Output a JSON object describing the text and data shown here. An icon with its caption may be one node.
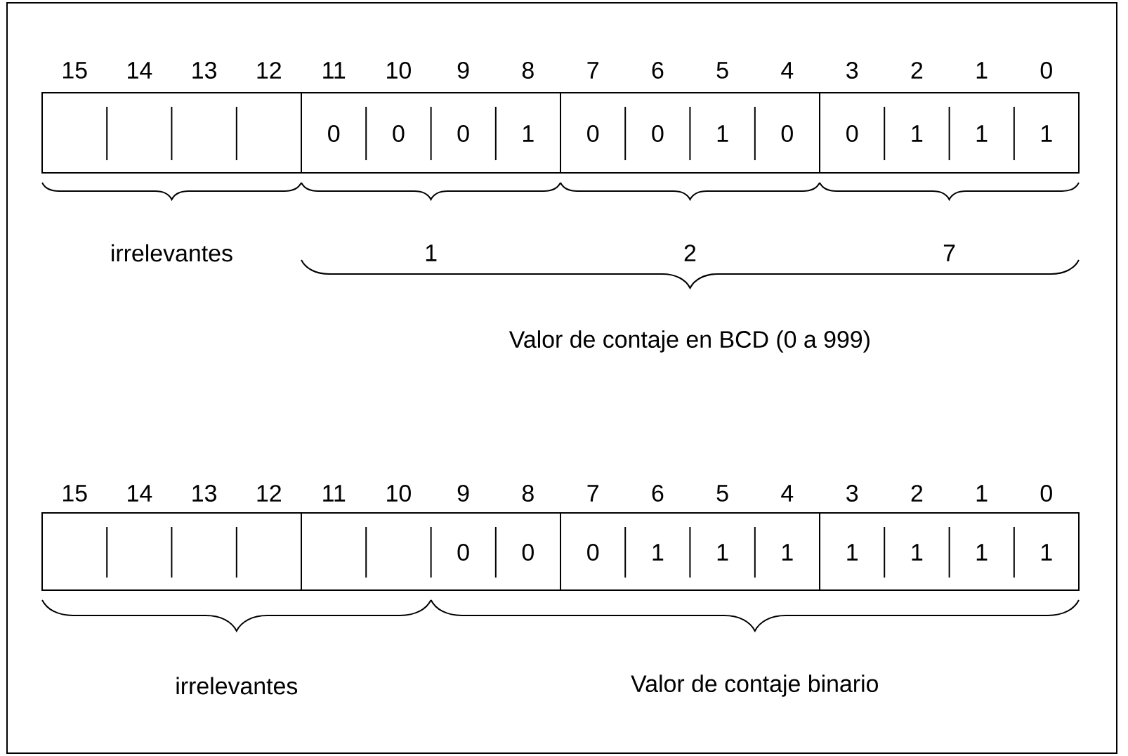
{
  "diagram": {
    "labels": [
      "15",
      "14",
      "13",
      "12",
      "11",
      "10",
      "9",
      "8",
      "7",
      "6",
      "5",
      "4",
      "3",
      "2",
      "1",
      "0",
      "0",
      "0",
      "0",
      "1",
      "0",
      "0",
      "1",
      "0",
      "0",
      "1",
      "1",
      "1",
      "irrelevantes",
      "1",
      "2",
      "7",
      "Valor de contaje en BCD (0 a 999)",
      "15",
      "14",
      "13",
      "12",
      "11",
      "10",
      "9",
      "8",
      "7",
      "6",
      "5",
      "4",
      "3",
      "2",
      "1",
      "0",
      "0",
      "0",
      "0",
      "1",
      "1",
      "1",
      "1",
      "1",
      "1",
      "1",
      "irrelevantes",
      "Valor de contaje binario"
    ]
  }
}
